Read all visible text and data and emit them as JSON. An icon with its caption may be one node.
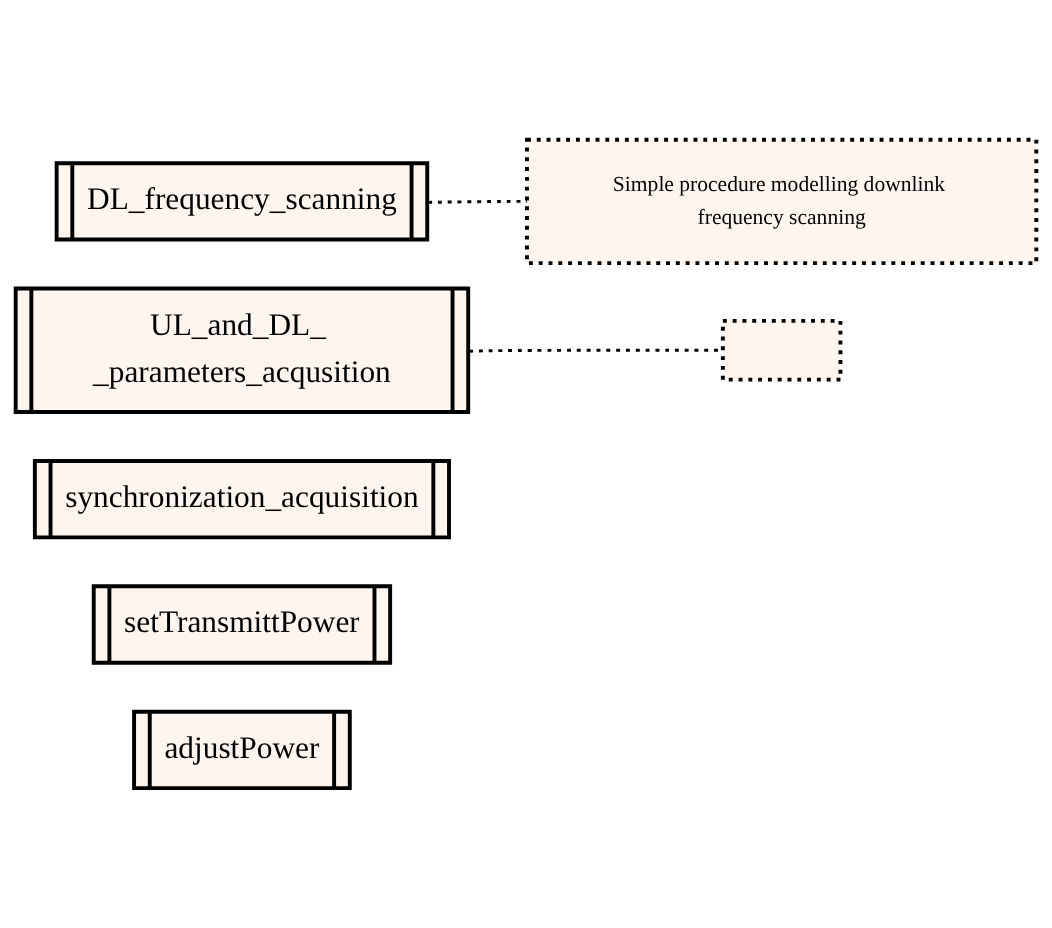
{
  "diagram": {
    "nodes": [
      {
        "text": [
          "DL_frequency_scanning"
        ]
      },
      {
        "text": [
          "Simple procedure modelling downlink frequency scanning"
        ]
      },
      {
        "text": [
          "UL_and_DL_ _parameters_acqusition"
        ]
      },
      {
        "text": [],
        "shape": "box"
      },
      {
        "text": [
          "synchronization_acquisition"
        ]
      },
      {
        "text": [
          "setTransmittPower"
        ]
      },
      {
        "text": [
          "adjustPower"
        ]
      }
    ],
    "edges": [
      {
        "from": 0,
        "to": 1,
        "arrow": "none",
        "style": "dashed"
      },
      {
        "from": 2,
        "to": 3,
        "arrow": "none",
        "style": "dashed"
      }
    ]
  }
}
